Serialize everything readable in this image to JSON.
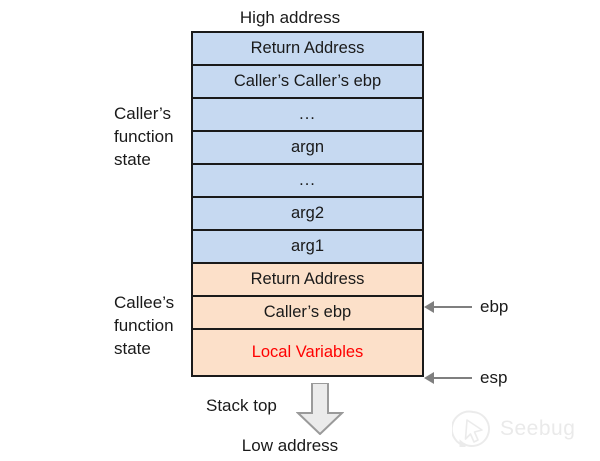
{
  "diagram": {
    "title_top": "High address",
    "title_bottom": "Low address",
    "stack_top_label": "Stack top",
    "colors": {
      "caller_fill": "#c6d9f1",
      "callee_fill": "#fce0c9",
      "border": "#1a1a1a",
      "locals_text": "#ff0000",
      "arrow_gray": "#7f7f7f",
      "growth_arrow_fill": "#ebebeb",
      "background": "#ffffff"
    },
    "groups": [
      {
        "id": "caller",
        "label": "Caller’s\nfunction\nstate",
        "line1": "Caller’s",
        "line2": "function",
        "line3": "state"
      },
      {
        "id": "callee",
        "label": "Callee’s\nfunction\nstate",
        "line1": "Callee’s",
        "line2": "function",
        "line3": "state"
      }
    ],
    "rows": [
      {
        "label": "Return Address",
        "group": "caller"
      },
      {
        "label": "Caller’s Caller’s ebp",
        "group": "caller"
      },
      {
        "label": "...",
        "group": "caller"
      },
      {
        "label": "argn",
        "group": "caller"
      },
      {
        "label": "...",
        "group": "caller"
      },
      {
        "label": "arg2",
        "group": "caller"
      },
      {
        "label": "arg1",
        "group": "caller"
      },
      {
        "label": "Return Address",
        "group": "callee"
      },
      {
        "label": "Caller’s ebp",
        "group": "callee"
      },
      {
        "label": "Local Variables",
        "group": "callee"
      }
    ],
    "registers": [
      {
        "name": "ebp",
        "points_to": "Caller’s ebp"
      },
      {
        "name": "esp",
        "points_to": "Local Variables"
      }
    ]
  },
  "watermark": {
    "text": "Seebug",
    "icon": "seebug-logo-icon"
  }
}
